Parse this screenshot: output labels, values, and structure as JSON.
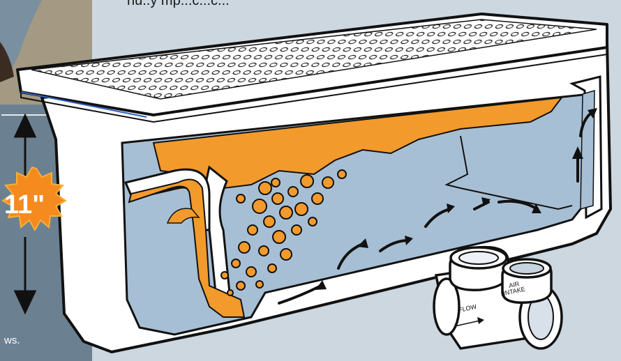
{
  "captions": {
    "top_partial": "nu..y mp...c...c...",
    "bottom_partial": "ws."
  },
  "dimension": {
    "value": "11\""
  },
  "valve_labels": {
    "air_intake_line1": "AIR",
    "air_intake_line2": "INTAKE",
    "flow": "FLOW"
  },
  "colors": {
    "background": "#ccd7e0",
    "left_panel": "#6d8494",
    "grease": "#f39a2c",
    "water": "#a7bfd4",
    "starburst": "#f58a1f",
    "outline": "#111111",
    "lid": "#ffffff"
  },
  "icons": [
    "starburst-badge",
    "dimension-arrow-up",
    "dimension-arrow-down",
    "flow-arrow",
    "check-valve"
  ]
}
